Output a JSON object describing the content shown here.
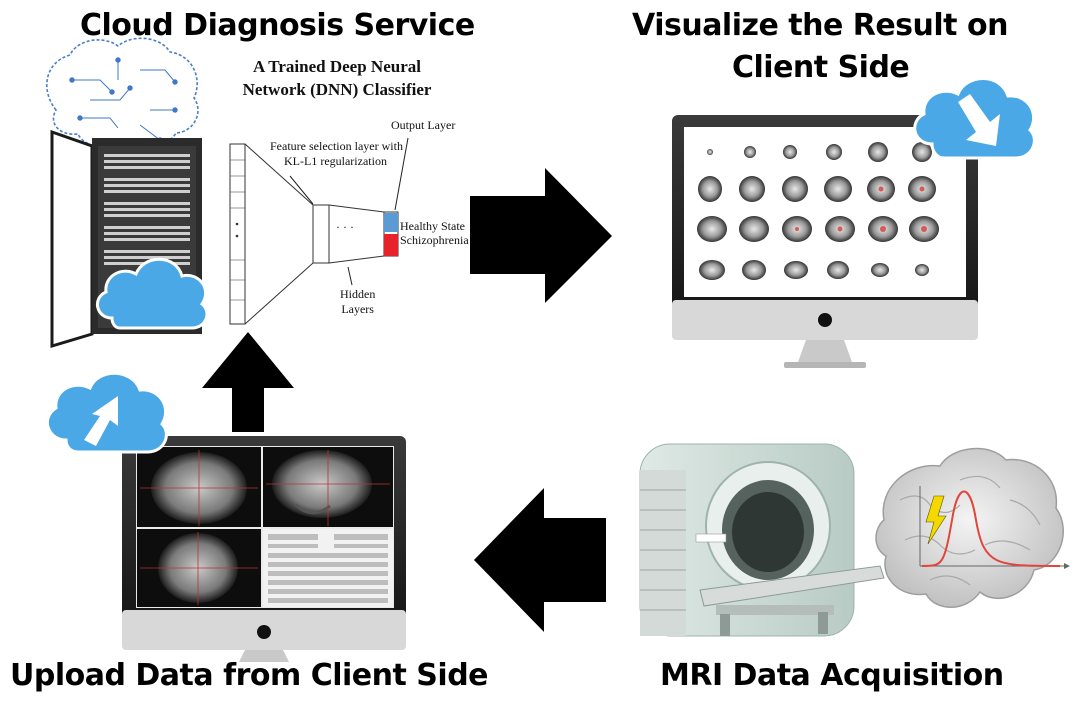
{
  "headings": {
    "cloud_service": "Cloud Diagnosis Service",
    "visualize_line1": "Visualize the Result on",
    "visualize_line2": "Client Side",
    "upload": "Upload Data from Client Side",
    "mri": "MRI Data Acquisition"
  },
  "dnn": {
    "title_line1": "A Trained Deep Neural",
    "title_line2": "Network (DNN) Classifier",
    "feature_line1": "Feature selection layer with",
    "feature_line2": "KL-L1 regularization",
    "output_layer": "Output Layer",
    "hidden_line1": "Hidden",
    "hidden_line2": "Layers",
    "ellipsis": "· · ·",
    "healthy_state": "Healthy State",
    "schizophrenia": "Schizophrenia"
  },
  "colors": {
    "healthy": "#5b9bd5",
    "schizophrenia": "#e8222a",
    "cloud": "#4aa8e6",
    "arrow": "#000000",
    "signal": "#e0463c"
  },
  "icons": [
    "brain-circuit-icon",
    "server-icon",
    "cloud-icon",
    "cloud-download-icon",
    "cloud-upload-icon",
    "mri-scanner-icon",
    "brain-icon",
    "monitor-icon",
    "arrow-right-icon",
    "arrow-up-icon",
    "arrow-left-icon"
  ]
}
